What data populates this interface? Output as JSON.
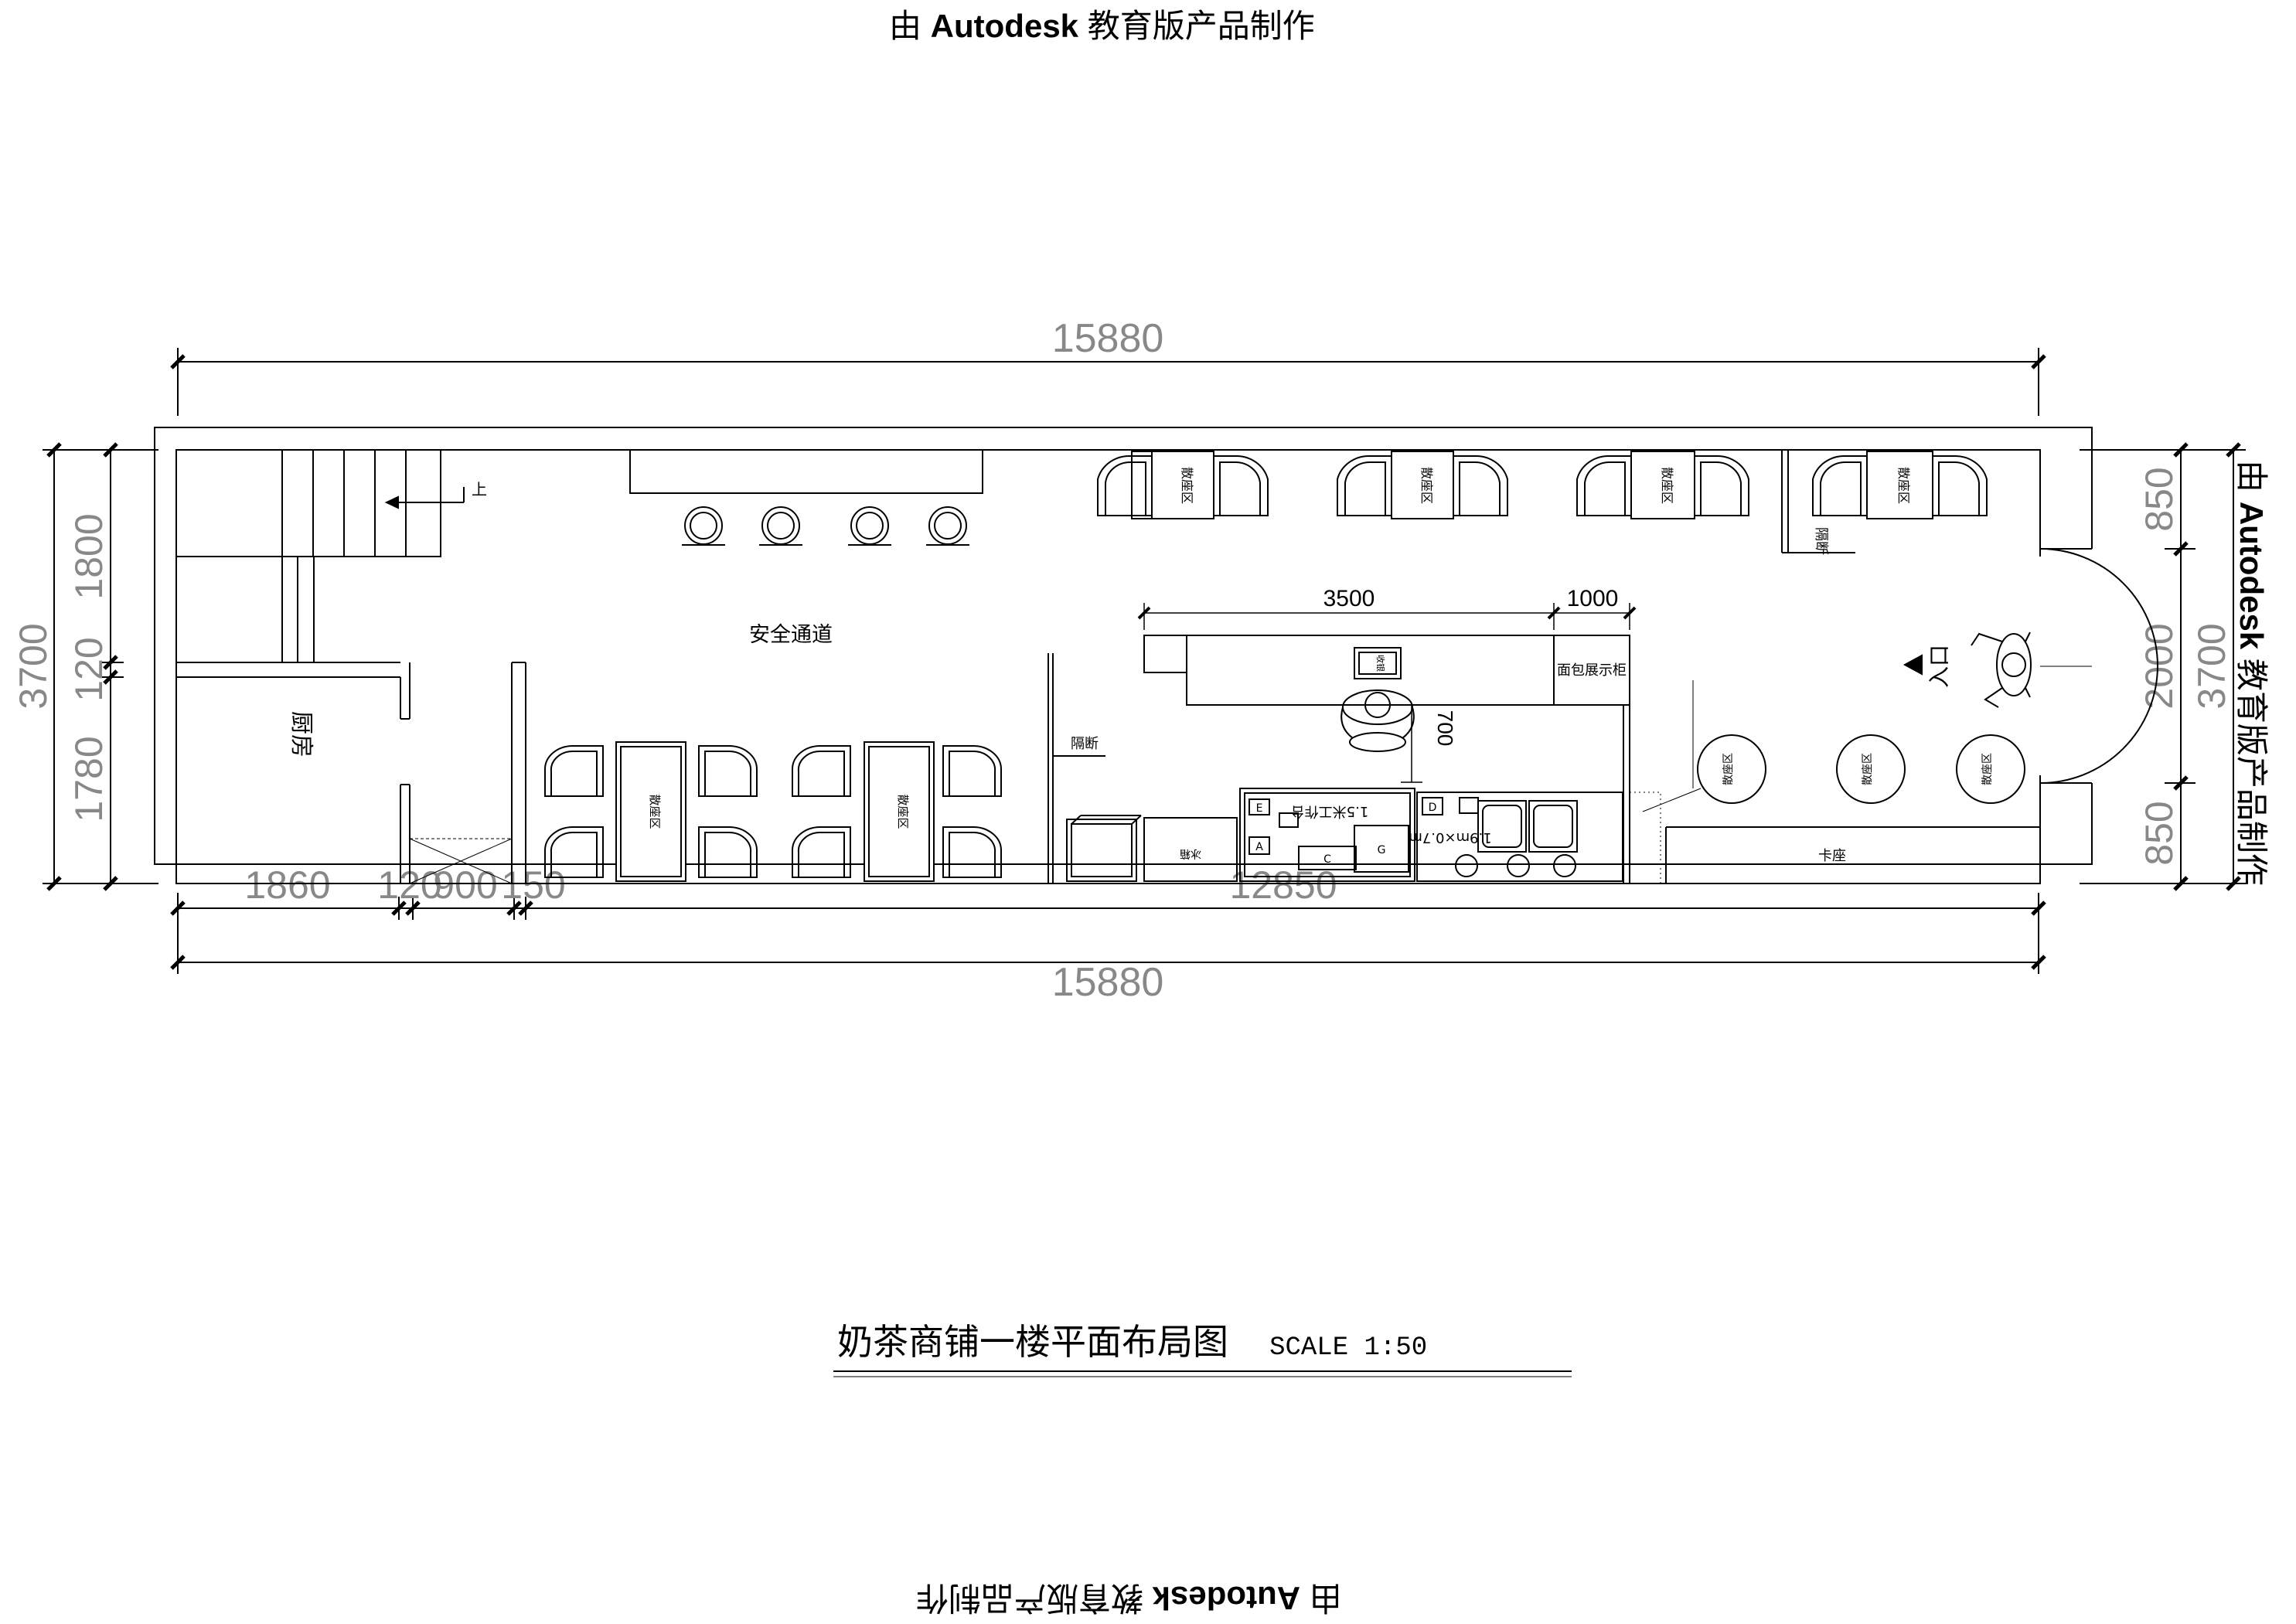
{
  "watermark": {
    "prefix": "由 ",
    "brand": "Autodesk",
    "suffix": " 教育版产品制作"
  },
  "title": {
    "main": "奶茶商铺一楼平面布局图",
    "scale": "SCALE 1:50"
  },
  "dimensions": {
    "top_total": "15880",
    "bottom_total": "15880",
    "bottom_segments": [
      "1860",
      "120",
      "900",
      "150",
      "12850"
    ],
    "left_segments": [
      "1800",
      "120",
      "1780"
    ],
    "left_total": "3700",
    "right_segments": [
      "850",
      "2000",
      "850"
    ],
    "right_total": "3700",
    "counter": [
      "3500",
      "1000"
    ],
    "depth": "700"
  },
  "rooms": {
    "kitchen": "厨房",
    "passage": "安全通道",
    "entrance": "入口",
    "stair_up": "上",
    "partition": "隔断",
    "bread_cabinet": "面包展示柜",
    "cashier": "收银",
    "bench": "卡座",
    "seat_area": "散座区"
  },
  "equipment": {
    "a": "A",
    "c": "C",
    "e": "E",
    "g": "G",
    "d": "D",
    "fridge": "冰箱",
    "sink_note": "1.9m×0.7m",
    "counter_note": "1.5米工作台"
  },
  "colors": {
    "line": "#000000",
    "paper": "#ffffff"
  }
}
